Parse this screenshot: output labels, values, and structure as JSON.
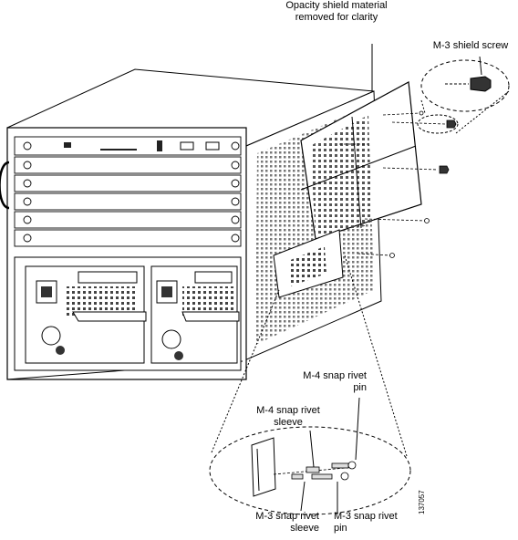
{
  "labels": {
    "opacity_shield": [
      "Opacity shield material",
      "removed for clarity"
    ],
    "m3_shield_screw": "M-3 shield screw",
    "m4_snap_rivet_pin": [
      "M-4 snap rivet",
      "pin"
    ],
    "m4_snap_rivet_sleeve": [
      "M-4 snap rivet",
      "sleeve"
    ],
    "m3_snap_rivet_sleeve": [
      "M-3 snap rivet",
      "sleeve"
    ],
    "m3_snap_rivet_pin": [
      "M-3 snap rivet",
      "pin"
    ]
  },
  "figure_id": "137057",
  "colors": {
    "line": "#000000",
    "background": "#ffffff",
    "vent": "#555555"
  }
}
